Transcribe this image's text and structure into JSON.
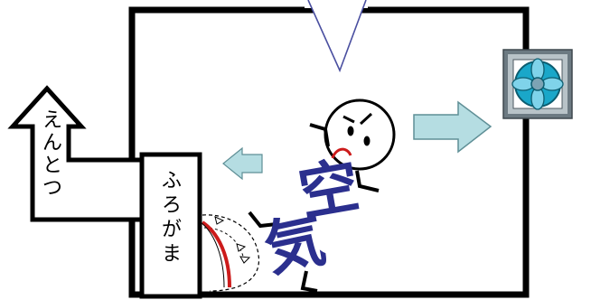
{
  "labels": {
    "chimney": [
      "え",
      "ん",
      "と",
      "つ"
    ],
    "furnace": [
      "ふ",
      "ろ",
      "が",
      "ま"
    ],
    "air": [
      "空",
      "気"
    ]
  },
  "colors": {
    "arrow_fill": "#b5dde2",
    "air_text": "#2b2f8e",
    "fan_blue": "#1aa7c9",
    "fan_frame": "#7d8a92",
    "flame_red": "#cc1b1b",
    "funnel_stroke": "#4a4fa0"
  },
  "icons": {
    "fan": "ventilation-fan-icon",
    "face": "worried-face-icon",
    "flame": "furnace-flame-icon"
  }
}
